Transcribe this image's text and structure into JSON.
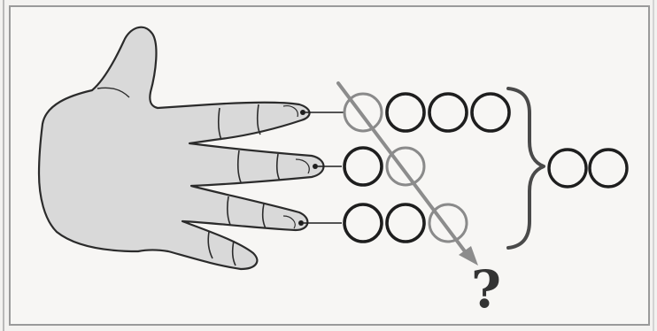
{
  "colors": {
    "hand_fill": "#d9d9d9",
    "outline": "#2b2b2b",
    "bead_dark": "#1e1e1e",
    "bead_light": "#8a8a8a",
    "arrow": "#8c8c8c",
    "brace": "#4a4a4a"
  },
  "rows": [
    {
      "beads": 4,
      "highlighted_index": 0
    },
    {
      "beads": 2,
      "highlighted_index": 1
    },
    {
      "beads": 3,
      "highlighted_index": 2
    }
  ],
  "result_beads": 2,
  "arrow": {
    "icon": "diagonal-arrow-icon"
  },
  "question": {
    "text": "?"
  }
}
